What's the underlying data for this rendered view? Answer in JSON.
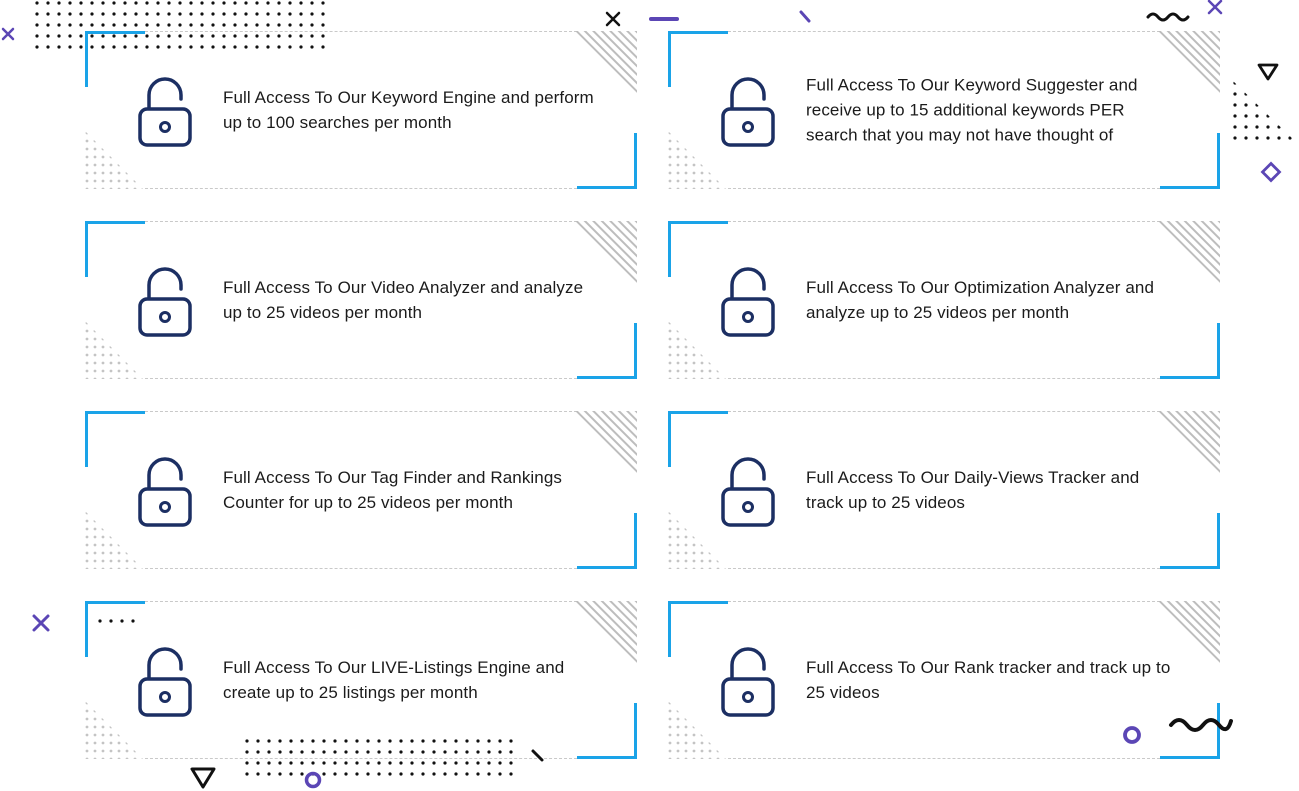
{
  "colors": {
    "accent_blue": "#1aa3e8",
    "lock_navy": "#1c2f63",
    "deco_purple": "#5b46b5",
    "text": "#1b1b1b"
  },
  "cards": [
    {
      "text": "Full Access To Our Keyword Engine and perform up to 100 searches per month",
      "icon": "padlock-open-icon"
    },
    {
      "text": "Full Access To Our Keyword Suggester and receive up to 15 additional keywords PER search that you may not have thought of",
      "icon": "padlock-open-icon"
    },
    {
      "text": "Full Access To Our Video Analyzer and analyze up to 25 videos per month",
      "icon": "padlock-open-icon"
    },
    {
      "text": "Full Access To Our Optimization Analyzer and analyze up to 25 videos per month",
      "icon": "padlock-open-icon"
    },
    {
      "text": "Full Access To Our Tag Finder and Rankings Counter for up to 25 videos per month",
      "icon": "padlock-open-icon"
    },
    {
      "text": "Full Access To Our Daily-Views Tracker and track up to 25 videos",
      "icon": "padlock-open-icon"
    },
    {
      "text": "Full Access To Our LIVE-Listings Engine and create up to 25 listings per month",
      "icon": "padlock-open-icon"
    },
    {
      "text": "Full Access To Our Rank tracker and track up to 25 videos",
      "icon": "padlock-open-icon"
    }
  ]
}
